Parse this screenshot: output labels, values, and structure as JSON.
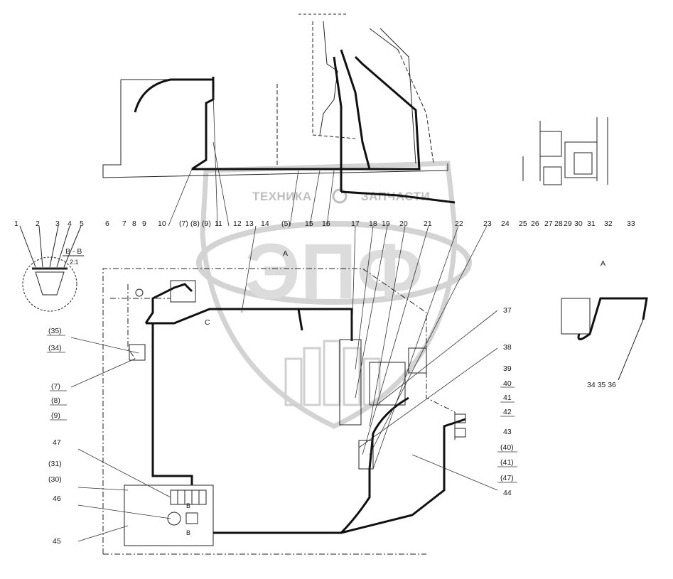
{
  "watermark": {
    "brand_left": "ТЕХНИКА",
    "brand_right": "ЗАПЧАСТИ",
    "logo_letters": "ЭПФ",
    "color": "#c8c8c8"
  },
  "section_labels": {
    "b_b": "B - B",
    "b_b_scale": "2:1",
    "view_a_top": "A",
    "view_a_detail": "A",
    "arrow_c": "C",
    "b_marker_1": "B",
    "b_marker_2": "B"
  },
  "callouts": {
    "c1": "1",
    "c2": "2",
    "c3": "3",
    "c4": "4",
    "c5": "5",
    "c6": "6",
    "c7": "7",
    "c8": "8",
    "c9": "9",
    "c10": "10",
    "c7p_top": "(7)",
    "c8p_top": "(8)",
    "c9p_top": "(9)",
    "c11": "11",
    "c12": "12",
    "c13": "13",
    "c14": "14",
    "c5p": "(5)",
    "c15": "15",
    "c16": "16",
    "c17": "17",
    "c18": "18",
    "c19": "19",
    "c20": "20",
    "c21": "21",
    "c22": "22",
    "c23": "23",
    "c24": "24",
    "c25": "25",
    "c26": "26",
    "c27": "27",
    "c28": "28",
    "c29": "29",
    "c30": "30",
    "c31": "31",
    "c32": "32",
    "c33": "33",
    "c35p": "(35)",
    "c34p": "(34)",
    "c7p": "(7)",
    "c8p": "(8)",
    "c9p": "(9)",
    "c37": "37",
    "c38": "38",
    "c39": "39",
    "c40": "40",
    "c41": "41",
    "c42": "42",
    "c43": "43",
    "c40p": "(40)",
    "c41p": "(41)",
    "c47p": "(47)",
    "c44": "44",
    "c343536": "34 35 36",
    "c47": "47",
    "c31p": "(31)",
    "c30p": "(30)",
    "c46": "46",
    "c45": "45"
  }
}
